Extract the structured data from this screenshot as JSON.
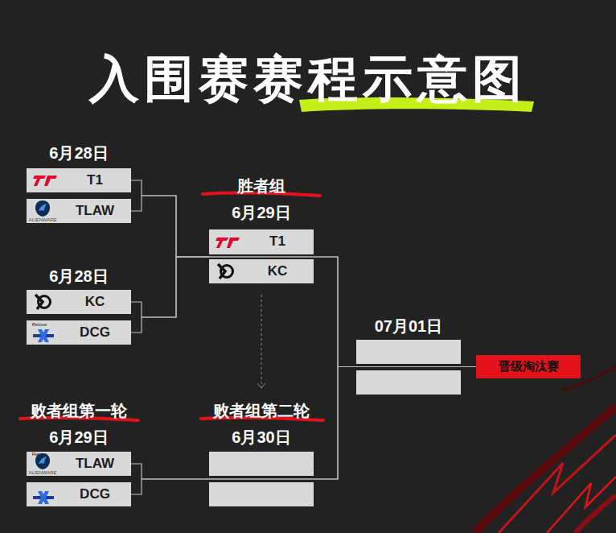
{
  "diagram": {
    "title": "入围赛赛程示意图",
    "nodes": [
      {
        "text": [
          "T1"
        ]
      },
      {
        "text": [
          "TLAW"
        ]
      },
      {
        "text": [
          "T1"
        ]
      },
      {
        "text": [
          "KC"
        ]
      },
      {
        "text": [
          "KC"
        ]
      },
      {
        "text": [
          "DCG"
        ]
      },
      {
        "text": [
          "晋级淘汰赛"
        ]
      },
      {
        "text": [
          "TLAW"
        ]
      },
      {
        "text": [
          "DCG"
        ]
      }
    ],
    "edges": [
      {
        "from": 0,
        "to": 2,
        "arrow": "none"
      },
      {
        "from": 1,
        "to": 2,
        "arrow": "none"
      },
      {
        "from": 4,
        "to": 3,
        "arrow": "none"
      },
      {
        "from": 5,
        "to": 3,
        "arrow": "none"
      },
      {
        "from": 2,
        "to": 6,
        "arrow": "none"
      },
      {
        "from": 3,
        "to": 6,
        "arrow": "none"
      },
      {
        "from": 7,
        "to": 6,
        "arrow": "none"
      },
      {
        "from": 8,
        "to": 6,
        "arrow": "none"
      }
    ],
    "labels": [
      "6月28日",
      "ALIENWARE",
      "胜者组",
      "6月29日",
      "6月28日",
      "Relove",
      "07月01日",
      "败者组第一轮",
      "败者组第二轮",
      "6月29日",
      "6月30日",
      "ALIENWARE",
      "Relove"
    ]
  }
}
